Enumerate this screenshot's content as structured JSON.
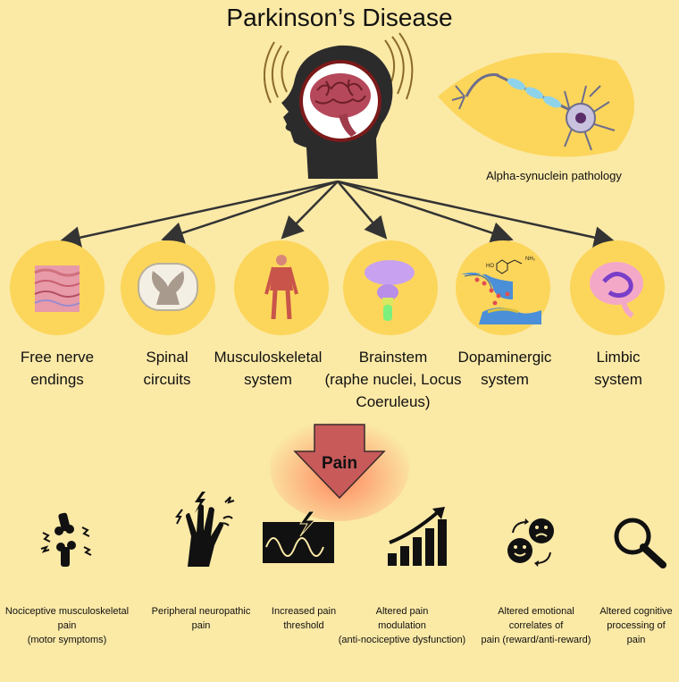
{
  "title": "Parkinson’s Disease",
  "neuron_label": "Alpha-synuclein pathology",
  "regions": [
    {
      "l1": "Free nerve",
      "l2": "endings",
      "l3": ""
    },
    {
      "l1": "Spinal",
      "l2": "circuits",
      "l3": ""
    },
    {
      "l1": "Musculoskeletal",
      "l2": "system",
      "l3": ""
    },
    {
      "l1": "Brainstem",
      "l2": "(raphe nuclei, Locus",
      "l3": "Coeruleus)"
    },
    {
      "l1": "Dopaminergic",
      "l2": "system",
      "l3": ""
    },
    {
      "l1": "Limbic",
      "l2": "system",
      "l3": ""
    }
  ],
  "molecule_labels": {
    "ho": "HO",
    "nh2": "NH₂"
  },
  "arrow_label": "Pain",
  "pain_types": [
    {
      "l1": "Nociceptive musculoskeletal",
      "l2": "pain",
      "l3": "(motor symptoms)"
    },
    {
      "l1": "Peripheral neuropathic",
      "l2": "pain",
      "l3": ""
    },
    {
      "l1": "Increased pain",
      "l2": "threshold",
      "l3": ""
    },
    {
      "l1": "Altered pain",
      "l2": "modulation",
      "l3": "(anti-nociceptive dysfunction)"
    },
    {
      "l1": "Altered emotional",
      "l2": "correlates of",
      "l3": "pain (reward/anti-reward)"
    },
    {
      "l1": "Altered cognitive",
      "l2": "processing of",
      "l3": "pain"
    }
  ]
}
